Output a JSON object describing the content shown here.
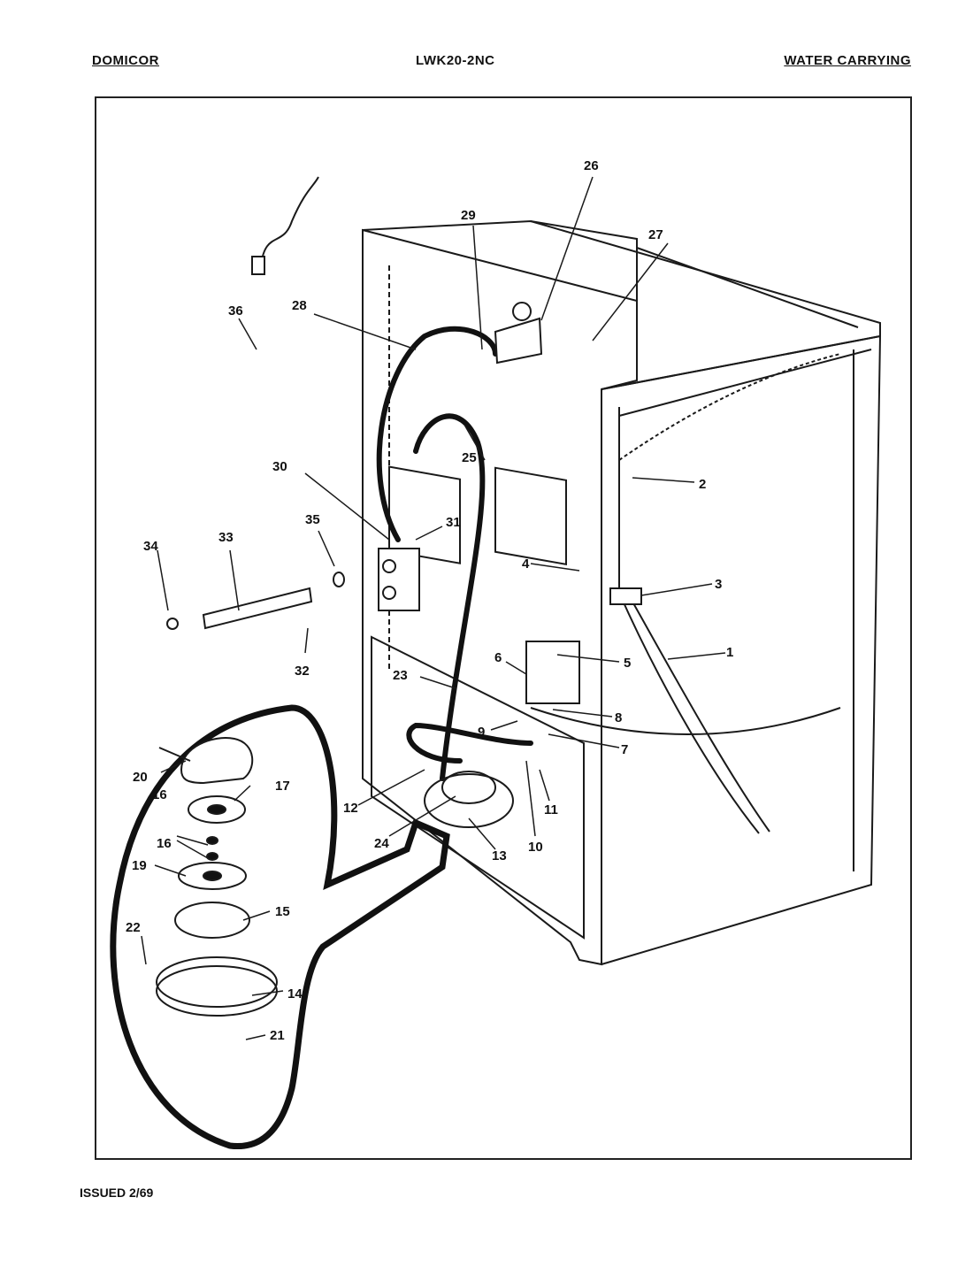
{
  "header": {
    "brand": "DOMICOR",
    "model": "LWK20-2NC",
    "section": "WATER CARRYING"
  },
  "footer": {
    "issued": "ISSUED 2/69"
  },
  "callouts": [
    {
      "id": "c1",
      "label": "1"
    },
    {
      "id": "c2",
      "label": "2"
    },
    {
      "id": "c3",
      "label": "3"
    },
    {
      "id": "c4",
      "label": "4"
    },
    {
      "id": "c5",
      "label": "5"
    },
    {
      "id": "c6",
      "label": "6"
    },
    {
      "id": "c7",
      "label": "7"
    },
    {
      "id": "c8",
      "label": "8"
    },
    {
      "id": "c9",
      "label": "9"
    },
    {
      "id": "c10",
      "label": "10"
    },
    {
      "id": "c11",
      "label": "11"
    },
    {
      "id": "c12",
      "label": "12"
    },
    {
      "id": "c13",
      "label": "13"
    },
    {
      "id": "c14",
      "label": "14"
    },
    {
      "id": "c15",
      "label": "15"
    },
    {
      "id": "c16a",
      "label": "16"
    },
    {
      "id": "c16b",
      "label": "16"
    },
    {
      "id": "c17",
      "label": "17"
    },
    {
      "id": "c19",
      "label": "19"
    },
    {
      "id": "c20",
      "label": "20"
    },
    {
      "id": "c21",
      "label": "21"
    },
    {
      "id": "c22",
      "label": "22"
    },
    {
      "id": "c23",
      "label": "23"
    },
    {
      "id": "c24",
      "label": "24"
    },
    {
      "id": "c25",
      "label": "25"
    },
    {
      "id": "c26",
      "label": "26"
    },
    {
      "id": "c27",
      "label": "27"
    },
    {
      "id": "c28",
      "label": "28"
    },
    {
      "id": "c29",
      "label": "29"
    },
    {
      "id": "c30",
      "label": "30"
    },
    {
      "id": "c31",
      "label": "31"
    },
    {
      "id": "c32",
      "label": "32"
    },
    {
      "id": "c33",
      "label": "33"
    },
    {
      "id": "c34",
      "label": "34"
    },
    {
      "id": "c35",
      "label": "35"
    },
    {
      "id": "c36",
      "label": "36"
    }
  ]
}
